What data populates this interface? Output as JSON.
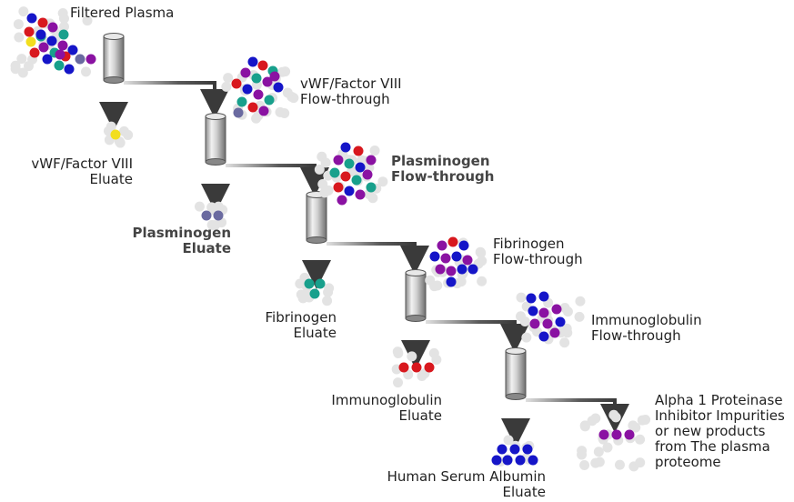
{
  "colors": {
    "blue": "#1515c8",
    "red": "#d8181e",
    "teal": "#18a08c",
    "purple": "#8a12a2",
    "gray_purple": "#6a6aa0",
    "yellow": "#f2de1e",
    "ghost": "#e3e3e3",
    "arrow": "#4a4a4a",
    "column": "#b8b8b8"
  },
  "labels": {
    "filtered_plasma": [
      "Filtered Plasma"
    ],
    "vwf_flow": [
      "vWF/Factor VIII",
      "Flow-through"
    ],
    "vwf_eluate": [
      "vWF/Factor VIII",
      "Eluate"
    ],
    "plasminogen_flow": [
      "Plasminogen",
      "Flow-through"
    ],
    "plasminogen_eluate": [
      "Plasminogen",
      "Eluate"
    ],
    "fibrinogen_flow": [
      "Fibrinogen",
      "Flow-through"
    ],
    "fibrinogen_eluate": [
      "Fibrinogen",
      "Eluate"
    ],
    "immunoglobulin_flow": [
      "Immunoglobulin",
      "Flow-through"
    ],
    "immunoglobulin_eluate": [
      "Immunoglobulin",
      "Eluate"
    ],
    "alpha1_flow": [
      "Alpha 1 Proteinase",
      "Inhibitor Impurities",
      "or new products",
      "from The plasma",
      "proteome"
    ],
    "albumin_eluate": [
      "Human Serum Albumin",
      "Eluate"
    ]
  }
}
